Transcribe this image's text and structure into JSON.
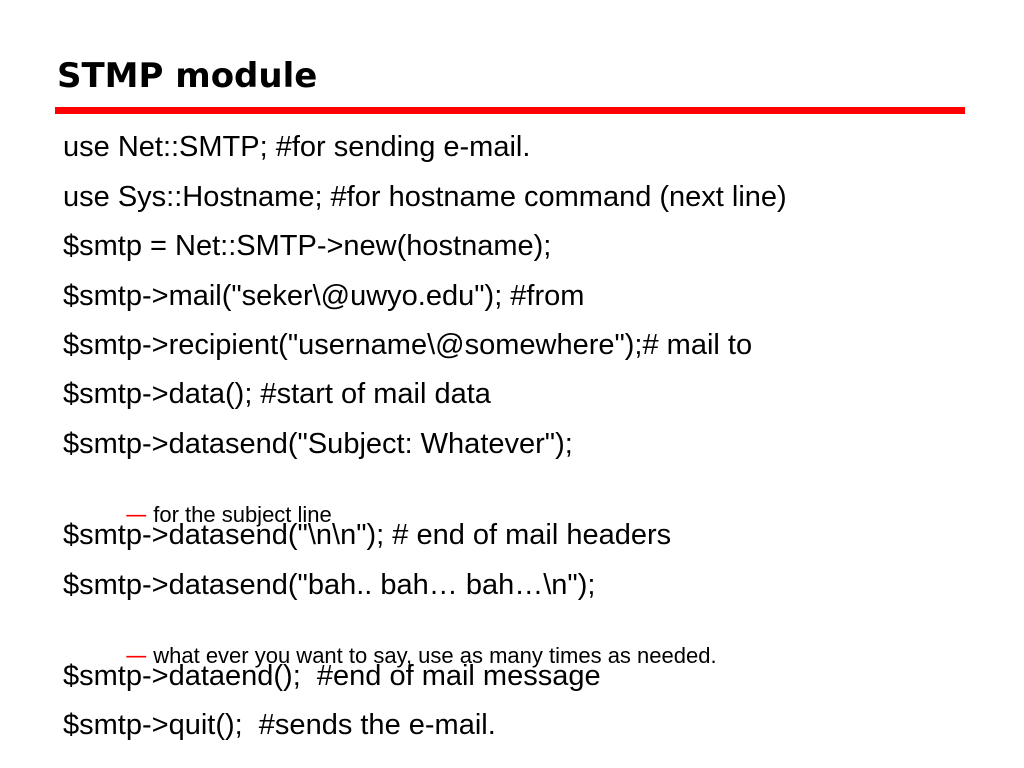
{
  "slide": {
    "title": "STMP module",
    "accent_color": "#ff0000",
    "bullets": [
      "use Net::SMTP; #for sending e-mail.",
      "use Sys::Hostname; #for hostname command (next line)",
      "$smtp = Net::SMTP->new(hostname);",
      "$smtp->mail(\"seker\\@uwyo.edu\"); #from",
      "$smtp->recipient(\"username\\@somewhere\");# mail to",
      "$smtp->data(); #start of mail data",
      "$smtp->datasend(\"Subject: Whatever\");",
      "for the subject line",
      "$smtp->datasend(\"\\n\\n\"); # end of mail headers",
      "$smtp->datasend(\"bah.. bah… bah…\\n\");",
      "what ever you want to say, use as many times as needed.",
      "$smtp->dataend();  #end of mail message",
      "$smtp->quit();  #sends the e-mail."
    ],
    "sub_marker": "—"
  }
}
